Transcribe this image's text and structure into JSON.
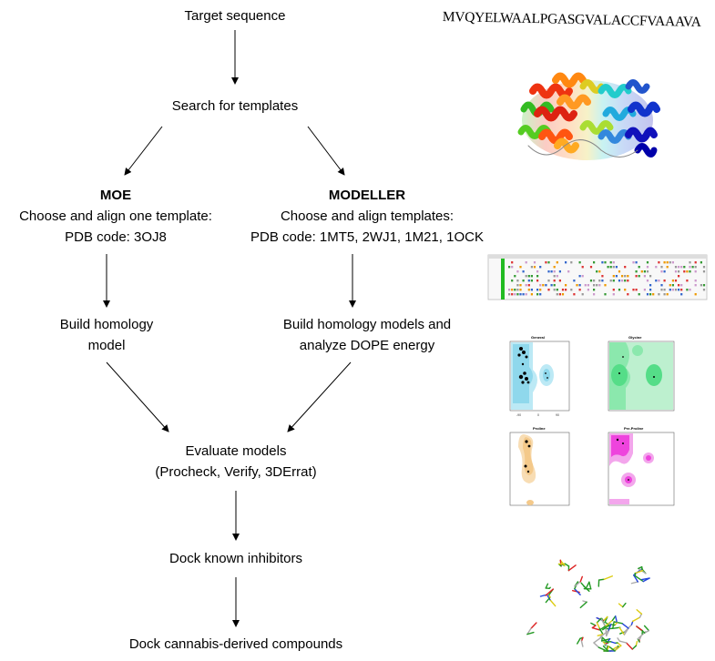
{
  "flow": {
    "target": "Target sequence",
    "search": "Search for templates",
    "moe_title": "MOE",
    "moe_line1": "Choose and align one template:",
    "moe_line2": "PDB code: 3OJ8",
    "modeller_title": "MODELLER",
    "modeller_line1": "Choose and align templates:",
    "modeller_line2": "PDB code: 1MT5, 2WJ1, 1M21, 1OCK",
    "build_moe_line1": "Build homology",
    "build_moe_line2": "model",
    "build_mod_line1": "Build homology models and",
    "build_mod_line2": "analyze DOPE energy",
    "evaluate_line1": "Evaluate models",
    "evaluate_line2": "(Procheck, Verify, 3DErrat)",
    "dock_known": "Dock known inhibitors",
    "dock_cannabis": "Dock cannabis-derived compounds"
  },
  "sequence": "MVQYELWAALPGASGVALACCFVAAAVA",
  "ramachandran": {
    "panels": [
      "General",
      "Glycine",
      "Proline",
      "Pre-Proline"
    ],
    "colors": [
      "#8fd8ec",
      "#55dd88",
      "#f4c98a",
      "#ee44dd"
    ]
  },
  "colors": {
    "arrow": "#000000",
    "alignment_bar": "#22bb22"
  }
}
